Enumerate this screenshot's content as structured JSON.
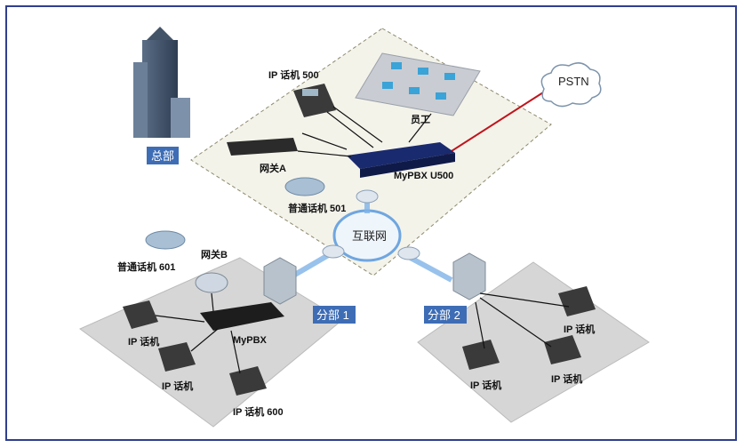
{
  "labels": {
    "ip_phone_500": "IP 话机 500",
    "staff": "员工",
    "pstn": "PSTN",
    "headquarters": "总部",
    "gateway_a": "网关A",
    "mypbx_u500": "MyPBX U500",
    "analog_phone_501": "普通话机 501",
    "internet": "互联网",
    "gateway_b": "网关B",
    "analog_phone_601": "普通话机 601",
    "branch_1": "分部 1",
    "branch_2": "分部 2",
    "mypbx": "MyPBX",
    "ip_phone_a": "IP 话机",
    "ip_phone_b": "IP 话机",
    "ip_phone_600": "IP 话机 600",
    "ip_phone_c": "IP 话机",
    "ip_phone_d": "IP 话机",
    "ip_phone_e": "IP 话机"
  },
  "colors": {
    "frame": "#2f3e8f",
    "tag_bg": "#3e6db5",
    "pstn_link": "#c0141c",
    "vpn_link": "#7fb3e8",
    "zone_fill": "#d6d6d6",
    "hq_zone_fill": "#f4f3ea"
  }
}
